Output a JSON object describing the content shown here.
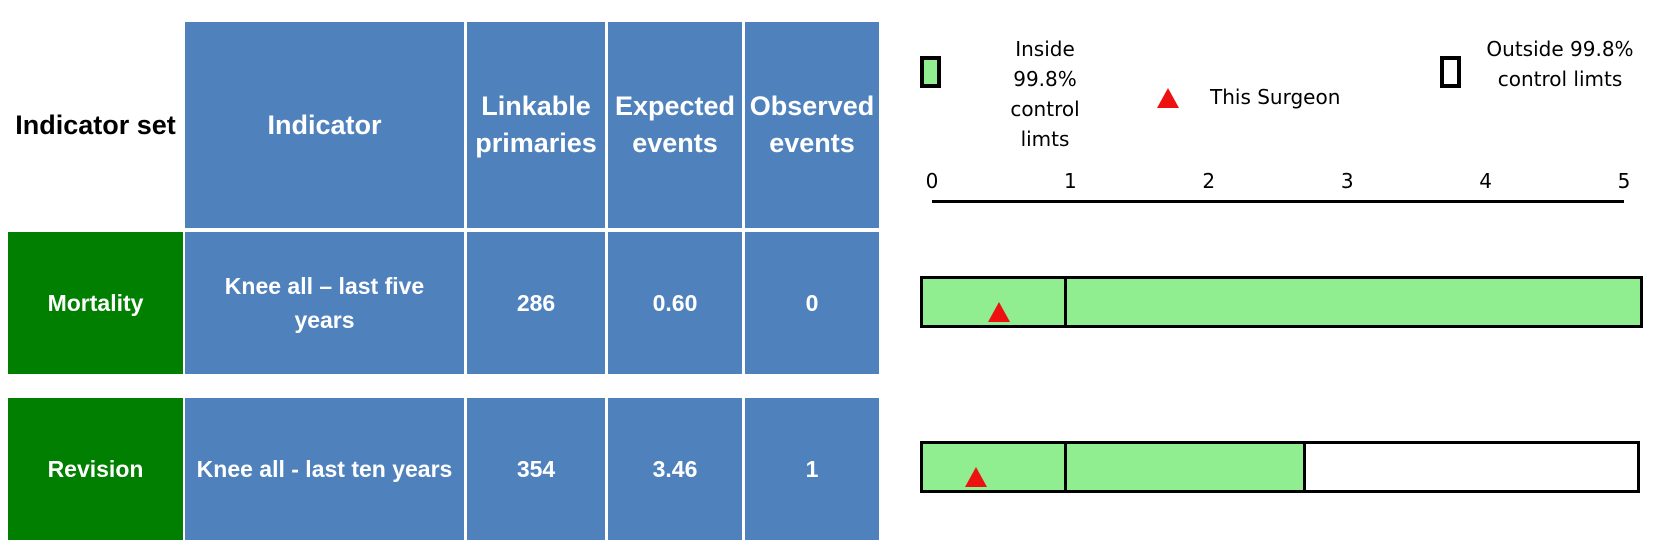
{
  "table": {
    "headers": {
      "indicator_set": "Indicator set",
      "indicator": "Indicator",
      "linkable": "Linkable primaries",
      "expected": "Expected events",
      "observed": "Observed events"
    },
    "rows": [
      {
        "set": "Mortality",
        "indicator": "Knee all – last five years",
        "linkable": "286",
        "expected": "0.60",
        "observed": "0"
      },
      {
        "set": "Revision",
        "indicator": "Knee all - last ten years",
        "linkable": "354",
        "expected": "3.46",
        "observed": "1"
      }
    ]
  },
  "legend": {
    "inside": "Inside 99.8% control limts",
    "surgeon": "This Surgeon",
    "outside": "Outside 99.8% control limts"
  },
  "colors": {
    "header_blue": "#4f81bd",
    "set_green": "#007f00",
    "inside_fill": "#90ee90",
    "outside_fill": "#ffffff",
    "marker": "#ee1111"
  },
  "chart_data": {
    "type": "bar",
    "xlim": [
      0,
      5
    ],
    "ticks": [
      "0",
      "1",
      "2",
      "3",
      "4",
      "5"
    ],
    "rows": [
      {
        "indicator_set": "Mortality",
        "control_limit_upper": 5.0,
        "reference": 1,
        "surgeon_value": 0.55
      },
      {
        "indicator_set": "Revision",
        "control_limit_upper": 2.66,
        "reference": 1,
        "surgeon_value": 0.39
      }
    ]
  }
}
